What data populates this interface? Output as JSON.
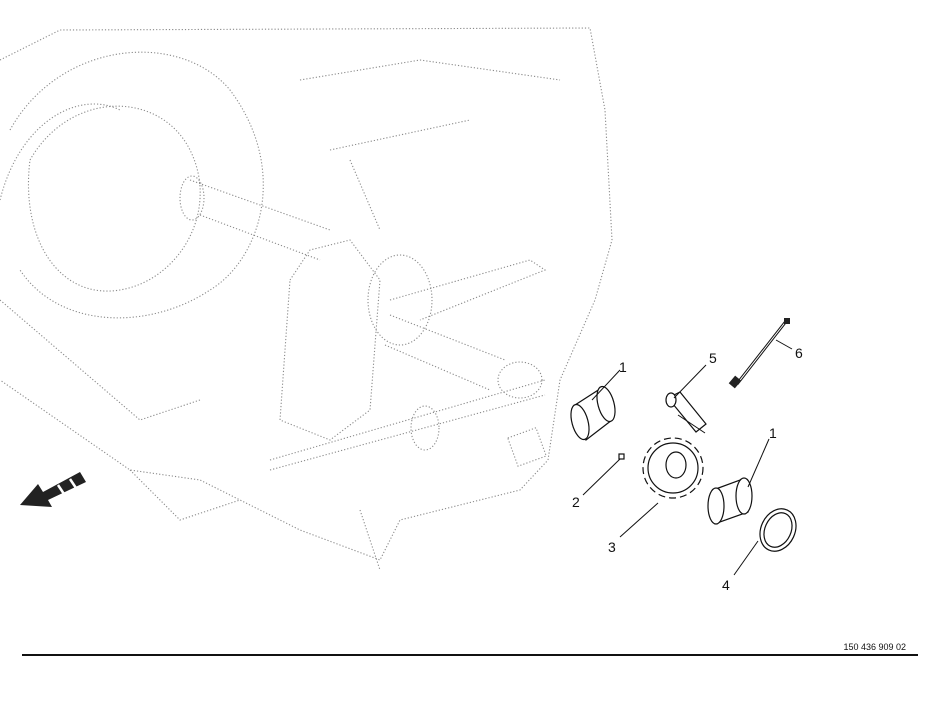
{
  "diagram": {
    "callouts": [
      "1",
      "2",
      "3",
      "4",
      "5",
      "6",
      "1"
    ],
    "document_number": "150 436 909 02"
  }
}
